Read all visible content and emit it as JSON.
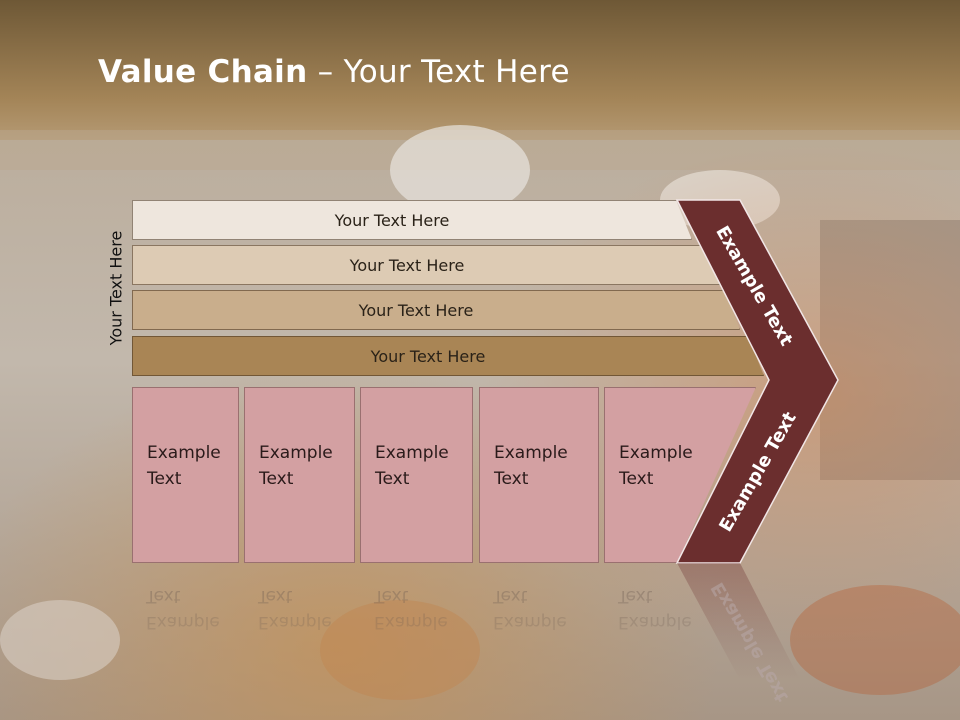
{
  "slide": {
    "title_bold": "Value Chain",
    "title_rest": " – Your Text Here",
    "vertical_label": "Your Text Here"
  },
  "bars": [
    {
      "label": "Your Text Here"
    },
    {
      "label": "Your Text Here"
    },
    {
      "label": "Your Text Here"
    },
    {
      "label": "Your Text Here"
    }
  ],
  "boxes": [
    {
      "line1": "Example",
      "line2": "Text"
    },
    {
      "line1": "Example",
      "line2": "Text"
    },
    {
      "line1": "Example",
      "line2": "Text"
    },
    {
      "line1": "Example",
      "line2": "Text"
    },
    {
      "line1": "Example",
      "line2": "Text"
    }
  ],
  "chevron": {
    "top_label": "Example Text",
    "bottom_label": "Example Text"
  },
  "colors": {
    "chevron": "#6b2e2e",
    "box": "#d3a0a2",
    "bar_1": "#eee6dd",
    "bar_2": "#ddcbb4",
    "bar_3": "#c9ae8c",
    "bar_4": "#a98555"
  }
}
